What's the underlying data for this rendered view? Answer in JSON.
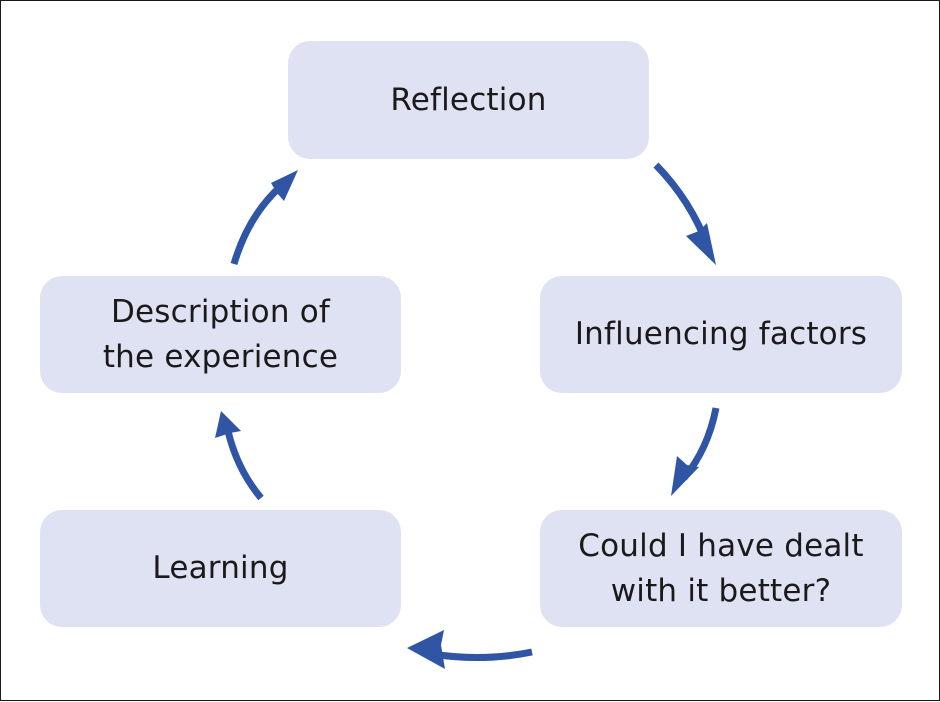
{
  "diagram": {
    "nodes": [
      {
        "id": "reflection",
        "lines": [
          "Reflection"
        ]
      },
      {
        "id": "factors",
        "lines": [
          "Influencing factors"
        ]
      },
      {
        "id": "better",
        "lines": [
          "Could I have dealt",
          "with it better?"
        ]
      },
      {
        "id": "learning",
        "lines": [
          "Learning"
        ]
      },
      {
        "id": "description",
        "lines": [
          "Description of",
          "the experience"
        ]
      }
    ],
    "edges": [
      {
        "from": "reflection",
        "to": "factors"
      },
      {
        "from": "factors",
        "to": "better"
      },
      {
        "from": "better",
        "to": "learning"
      },
      {
        "from": "learning",
        "to": "description"
      },
      {
        "from": "description",
        "to": "reflection"
      }
    ]
  },
  "colors": {
    "node_fill": "#dfe2f3",
    "arrow": "#2f55a4",
    "text": "#1a1a1a",
    "border": "#1a1a1a"
  }
}
